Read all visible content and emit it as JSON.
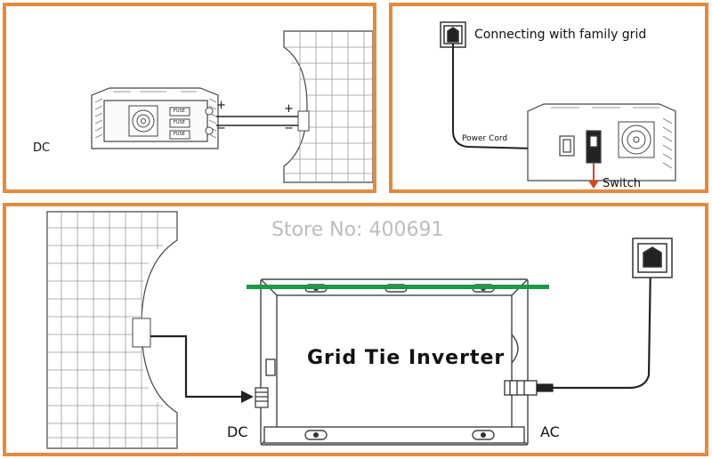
{
  "panels": {
    "dc_panel": {
      "label": "DC",
      "plus": "+",
      "minus": "−",
      "fuse_labels": [
        "FUSE",
        "FUSE",
        "FUSE"
      ]
    },
    "grid_panel": {
      "title": "Connecting with family grid",
      "power_cord": "Power Cord",
      "switch": "Switch"
    },
    "main_panel": {
      "watermark": "Store No: 400691",
      "inverter_title": "Grid Tie Inverter",
      "dc_label": "DC",
      "ac_label": "AC"
    }
  },
  "colors": {
    "frame": "#e8893a",
    "line": "#222222",
    "green_bar": "#1a9a4a",
    "switch_arrow": "#d24a1a",
    "watermark": "#bdbdbd"
  }
}
